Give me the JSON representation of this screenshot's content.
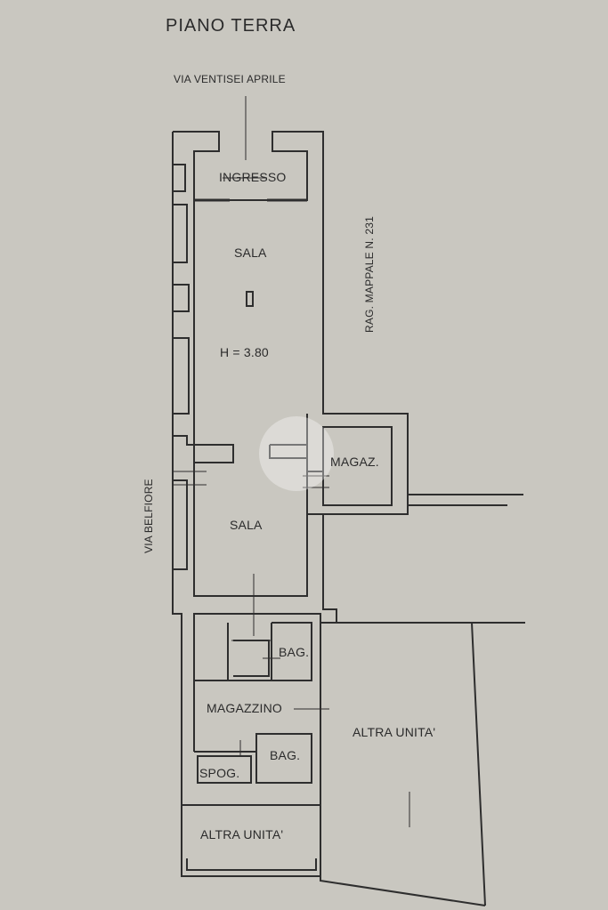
{
  "plan": {
    "title": "PIANO TERRA",
    "street_top": "VIA VENTISEI  APRILE",
    "street_left": "VIA BELFIORE",
    "side_note": "RAG. MAPPALE N. 231",
    "rooms": {
      "ingresso": "INGRESSO",
      "sala_upper": "SALA",
      "height": "H = 3.80",
      "magaz": "MAGAZ.",
      "sala_lower": "SALA",
      "bagno_upper": "BAG.",
      "magazzino": "MAGAZZINO",
      "bagno_lower": "BAG.",
      "spog": "SPOG.",
      "altra_unita_right": "ALTRA UNITA'",
      "altra_unita_bottom": "ALTRA UNITA'"
    }
  }
}
